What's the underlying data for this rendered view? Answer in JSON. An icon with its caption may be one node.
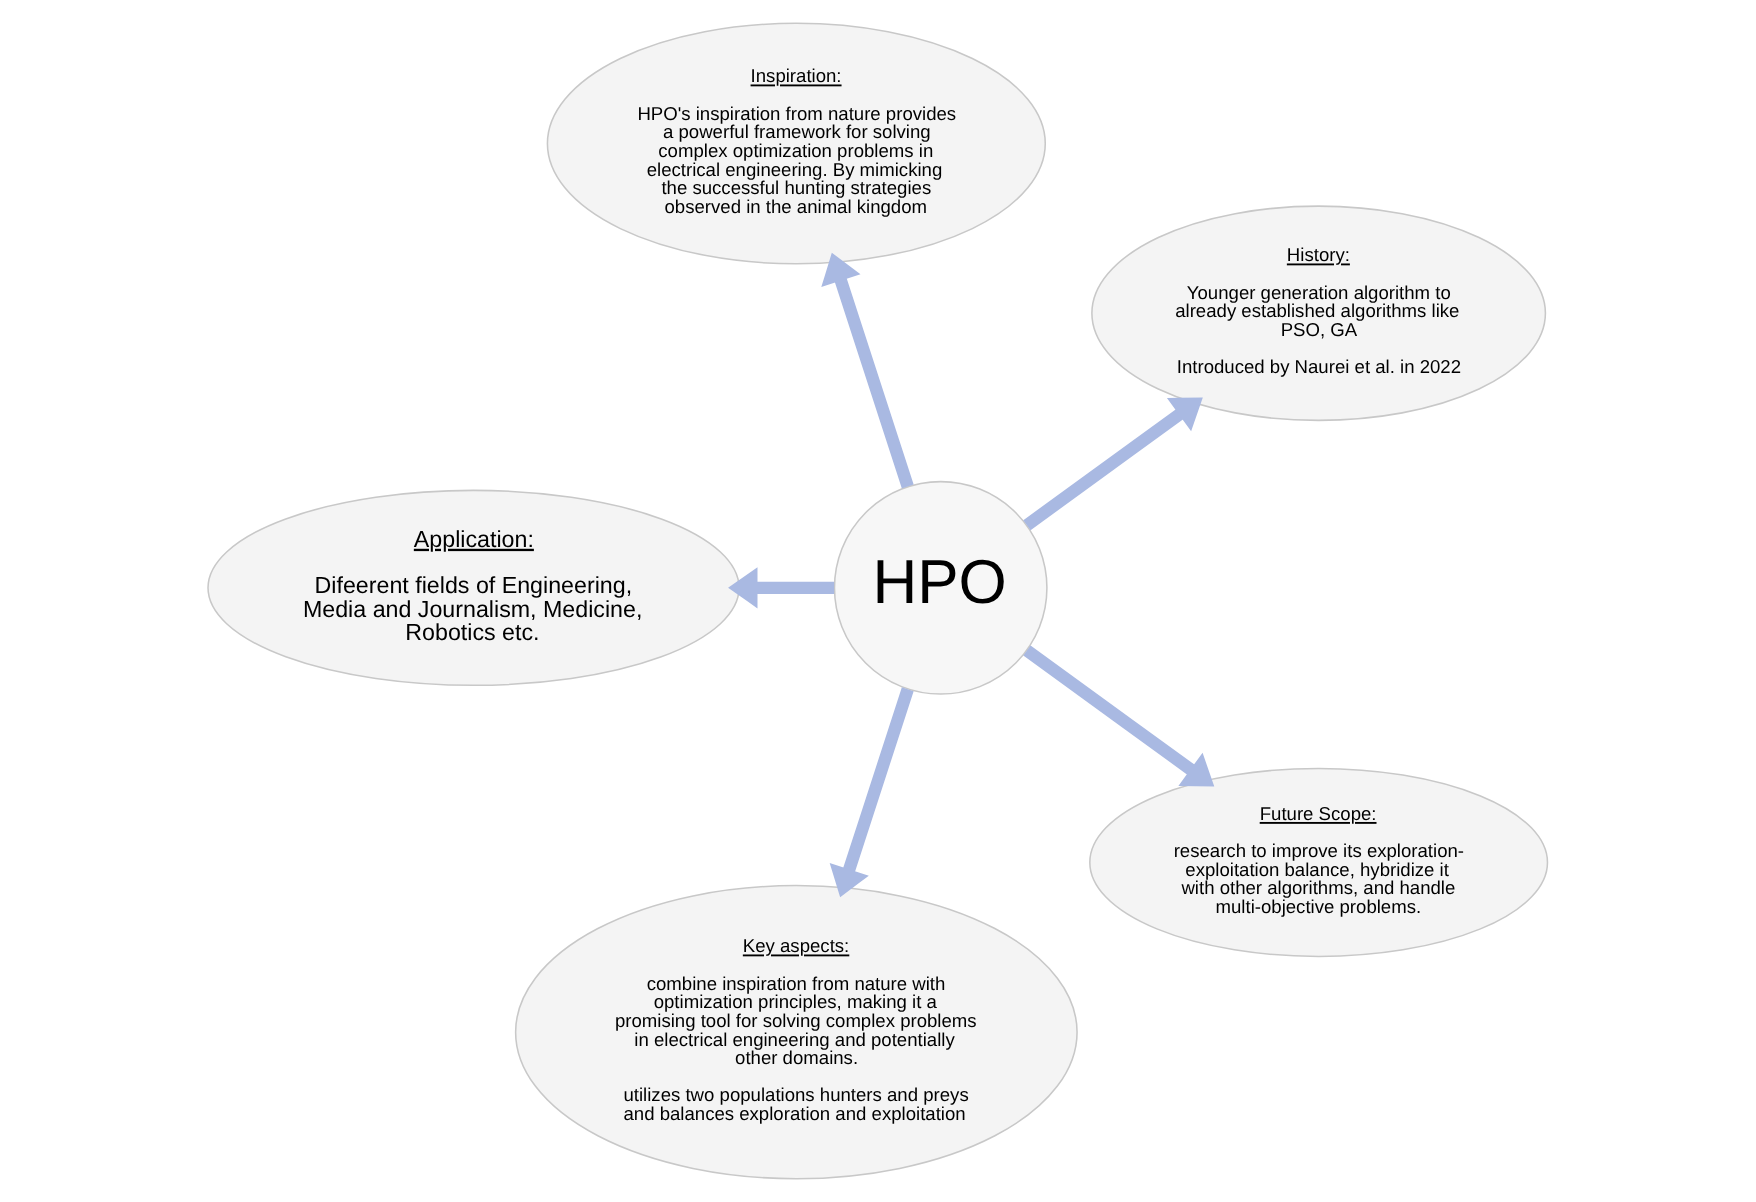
{
  "diagram": {
    "nodes": [
      {
        "text": [
          "HPO"
        ]
      },
      {
        "text": [
          "History:",
          "Younger generation algorithm to already established algorithms like PSO, GA",
          "Introduced by Naurei et al. in 2022"
        ]
      },
      {
        "text": [
          "Inspiration:",
          "HPO's inspiration from nature provides a powerful framework for solving complex optimization problems in electrical engineering. By mimicking the successful hunting strategies observed in the animal kingdom"
        ]
      },
      {
        "text": [
          "Application:",
          "Difeerent fields of Engineering, Media and Journalism, Medicine, Robotics etc."
        ]
      },
      {
        "text": [
          "Key aspects:",
          "combine inspiration from nature with optimization principles, making it a promising tool for solving complex problems in electrical engineering and potentially other domains.",
          "utilizes two populations hunters and preys and balances exploration and exploitation"
        ]
      },
      {
        "text": [
          "Future Scope:",
          "research to improve its exploration-exploitation balance, hybridize it with other algorithms, and handle multi-objective problems."
        ]
      }
    ],
    "edges": [
      {
        "from": 0,
        "to": 1,
        "arrow": "to"
      },
      {
        "from": 0,
        "to": 2,
        "arrow": "to"
      },
      {
        "from": 0,
        "to": 3,
        "arrow": "to"
      },
      {
        "from": 0,
        "to": 4,
        "arrow": "to"
      },
      {
        "from": 0,
        "to": 5,
        "arrow": "to"
      }
    ]
  }
}
